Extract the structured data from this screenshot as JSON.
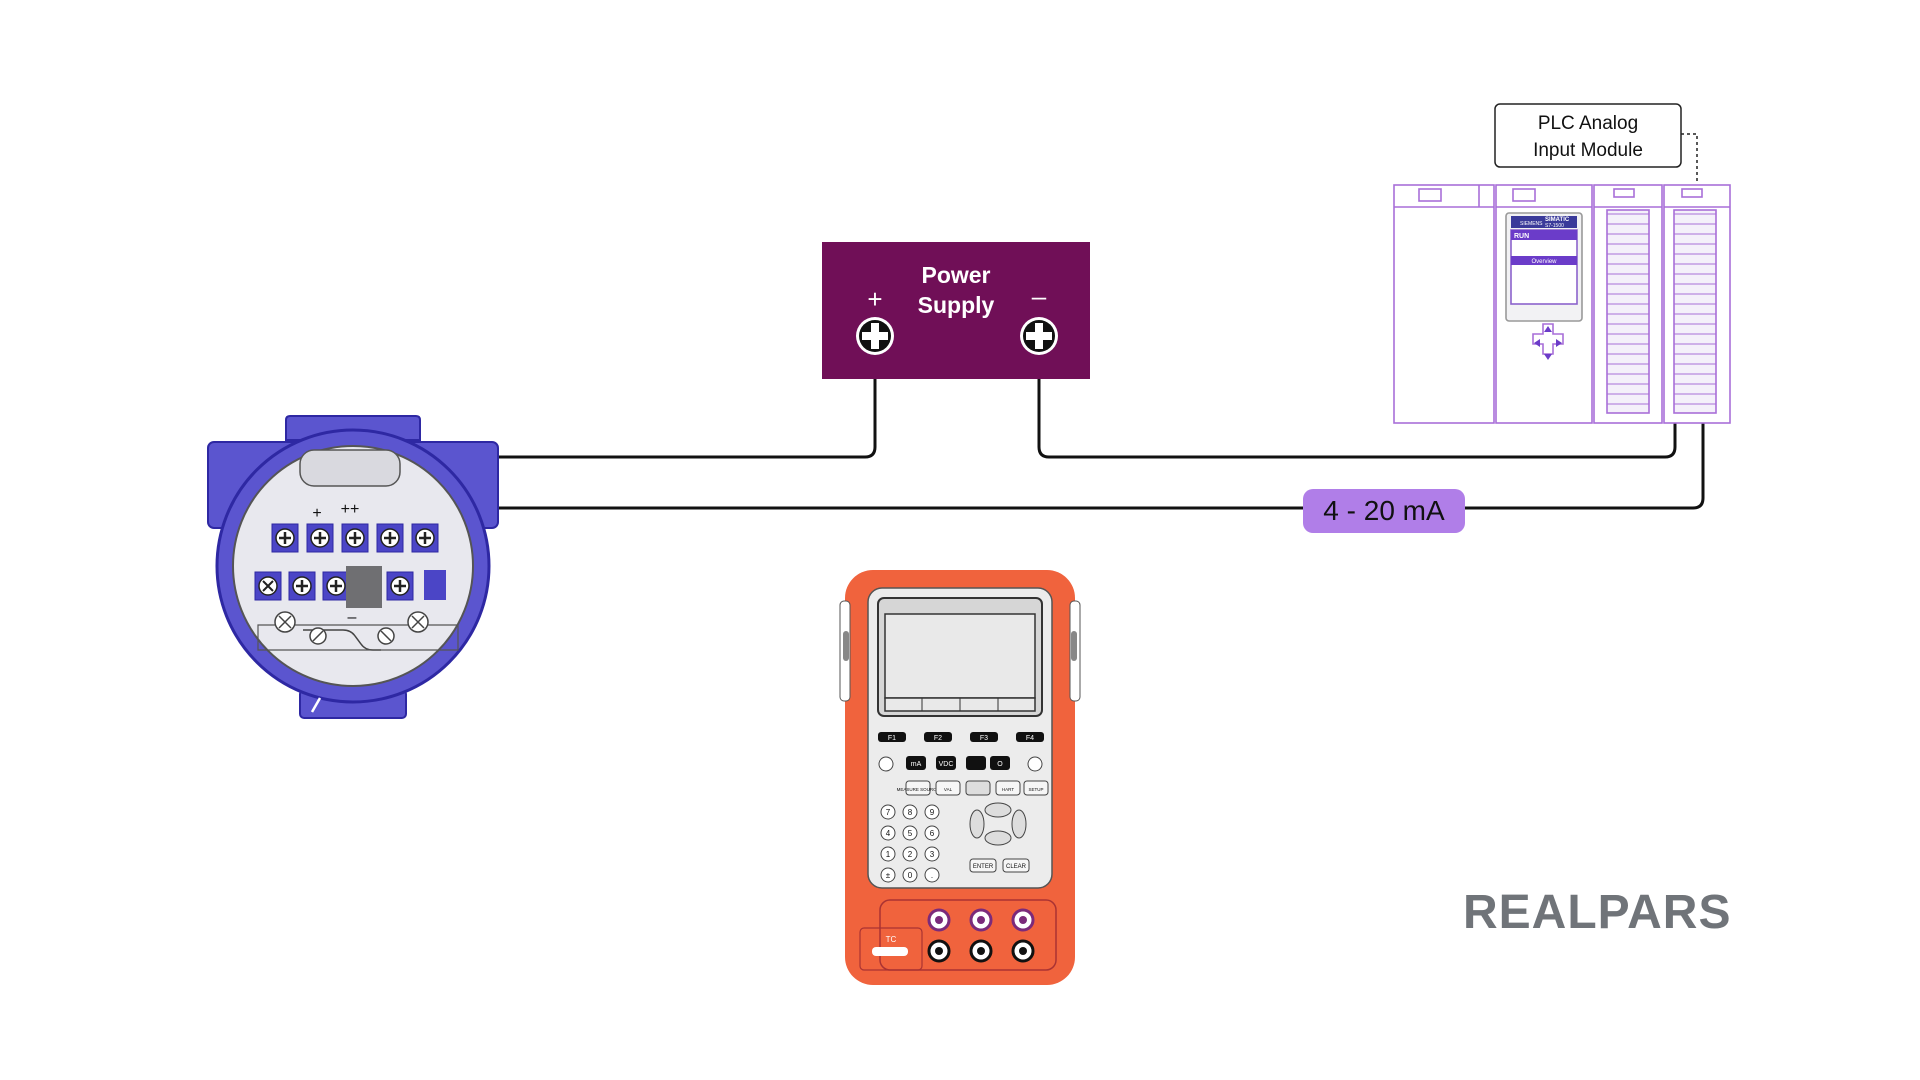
{
  "power_supply": {
    "title_line1": "Power",
    "title_line2": "Supply",
    "plus_label": "+",
    "minus_label": "–"
  },
  "plc": {
    "callout_line1": "PLC Analog",
    "callout_line2": "Input Module",
    "brand": "SIEMENS",
    "model_line1": "SIMATIC",
    "model_line2": "S7-1500",
    "status": "RUN",
    "screen_button": "Overview"
  },
  "signal": {
    "label": "4 - 20 mA"
  },
  "transmitter": {
    "terminal_plus": "+",
    "terminal_plusplus": "++",
    "terminal_minus": "–"
  },
  "calibrator": {
    "fkeys": [
      "F1",
      "F2",
      "F3",
      "F4"
    ],
    "mode_keys": [
      "mA",
      "VDC",
      "O"
    ],
    "keys_row2": [
      "MEASURE SOURCE",
      "VAL",
      "HART",
      "SETUP"
    ],
    "numpad": [
      "7",
      "8",
      "9",
      "4",
      "5",
      "6",
      "1",
      "2",
      "3",
      "±",
      "0",
      "."
    ],
    "enter": "ENTER",
    "clear": "CLEAR",
    "tc_label": "TC"
  },
  "logo": {
    "text": "REALPARS"
  },
  "colors": {
    "wire": "#111111",
    "power_supply_fill": "#700f57",
    "signal_badge": "#b07ee8",
    "transmitter_blue": "#5b55cf",
    "transmitter_dark": "#2e28a3",
    "plc_outline": "#a86fd8",
    "calibrator_orange": "#f0633d",
    "logo_gray": "#707479"
  }
}
